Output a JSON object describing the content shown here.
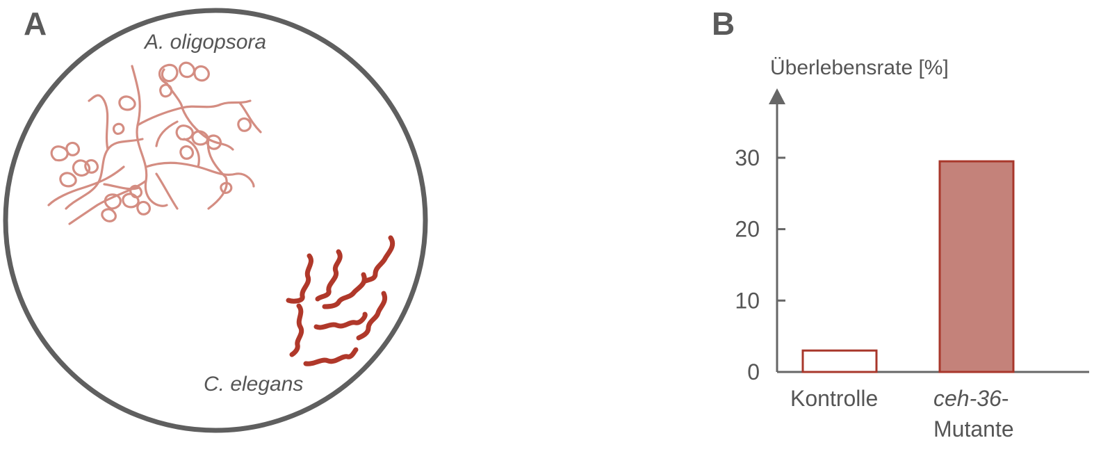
{
  "panels": {
    "a": {
      "label": "A",
      "fungus_label": "A. oligopsora",
      "worm_label": "C. elegans",
      "colors": {
        "dish": "#5f5f5f",
        "fungus": "#d48d82",
        "worms": "#b0382a"
      }
    },
    "b": {
      "label": "B"
    }
  },
  "chart_data": {
    "type": "bar",
    "ylabel": "Überlebensrate [%]",
    "categories": [
      "Kontrolle",
      "ceh-36-Mutante"
    ],
    "category_lines": [
      [
        "Kontrolle"
      ],
      [
        "ceh-36-",
        "Mutante"
      ]
    ],
    "category_italic": [
      null,
      "ceh-36"
    ],
    "values": [
      3,
      29.5
    ],
    "yticks": [
      0,
      10,
      20,
      30
    ],
    "ylim": [
      0,
      38
    ],
    "bar_fill": [
      "#ffffff",
      "#c4827a"
    ],
    "bar_stroke": "#a8372b",
    "axis_color": "#666666"
  }
}
